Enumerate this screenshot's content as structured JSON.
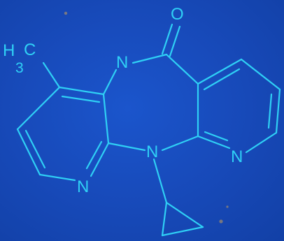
{
  "molecule": {
    "atom_labels": {
      "oxygen": "O",
      "amide_nitrogen": "N",
      "bridging_nitrogen": "N",
      "ring_nitrogen_left": "N",
      "ring_nitrogen_right": "N",
      "methyl_h": "H",
      "methyl_c": "C",
      "methyl_subscript": "3"
    }
  },
  "colors": {
    "background": "#1747b5",
    "line": "#2fd0f5"
  }
}
